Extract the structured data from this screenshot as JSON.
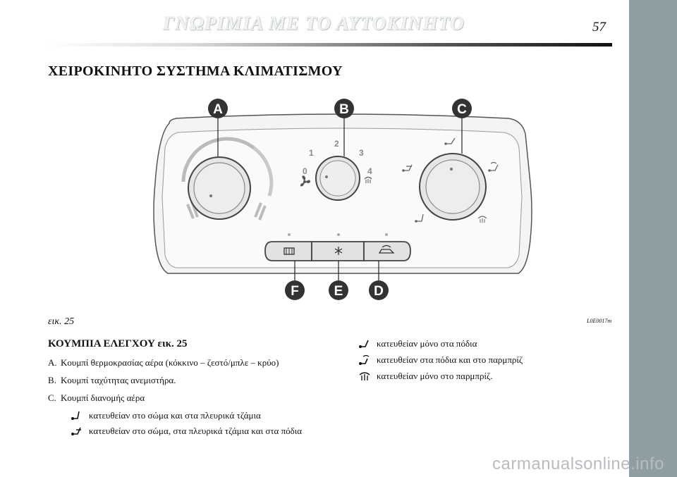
{
  "header": {
    "title": "ΓΝΩΡΙΜΙΑ ΜΕ ΤΟ ΑΥΤΟΚΙΝΗΤΟ",
    "page_number": "57"
  },
  "section_title": "ΧΕΙΡΟΚΙΝΗΤΟ ΣΥΣΤΗΜΑ ΚΛΙΜΑΤΙΣΜΟΥ",
  "figure": {
    "callouts": {
      "a": "A",
      "b": "B",
      "c": "C",
      "d": "D",
      "e": "E",
      "f": "F"
    },
    "fan_speeds": [
      "0",
      "1",
      "2",
      "3",
      "4"
    ],
    "caption": "εικ. 25",
    "code": "L0E0017m"
  },
  "controls": {
    "title": "ΚΟΥΜΠΙΑ ΕΛΕΓΧΟΥ εικ. 25",
    "items": [
      {
        "key": "A.",
        "text": "Κουμπί θερμοκρασίας αέρα (κόκκινο – ζεστό/μπλε – κρύο)"
      },
      {
        "key": "B.",
        "text": "Κουμπί ταχύτητας ανεμιστήρα."
      },
      {
        "key": "C.",
        "text": "Κουμπί διανομής αέρα"
      }
    ],
    "distribution_left": [
      {
        "icon": "vent-face-icon",
        "text": "κατευθείαν στο σώμα και στα πλευρικά τζάμια"
      },
      {
        "icon": "vent-face-feet-icon",
        "text": "κατευθείαν στο σώμα, στα πλευρικά τζάμια και στα πόδια"
      }
    ],
    "distribution_right": [
      {
        "icon": "vent-feet-icon",
        "text": "κατευθείαν μόνο στα πόδια"
      },
      {
        "icon": "vent-feet-windscreen-icon",
        "text": "κατευθείαν στα πόδια και στο παρμπρίζ"
      },
      {
        "icon": "windscreen-defrost-icon",
        "text": "κατευθείαν μόνο στο παρμπρίζ."
      }
    ]
  },
  "watermark": "carmanualsonline.info"
}
